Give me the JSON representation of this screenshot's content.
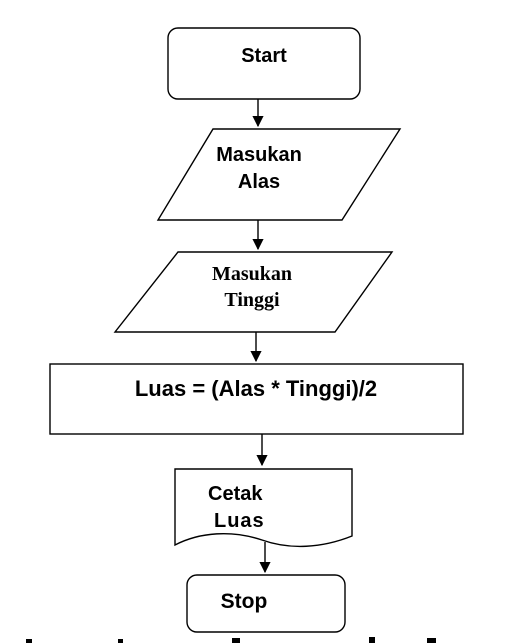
{
  "diagram": {
    "nodes": {
      "start": {
        "lines": [
          "Start"
        ]
      },
      "input_alas": {
        "lines": [
          "Masukan",
          "Alas"
        ]
      },
      "input_tinggi": {
        "lines": [
          "Masukan",
          "Tinggi"
        ]
      },
      "process_luas": {
        "lines": [
          "Luas = (Alas * Tinggi)/2"
        ]
      },
      "output_luas": {
        "lines": [
          "Cetak",
          "Luas"
        ]
      },
      "stop": {
        "lines": [
          "Stop"
        ]
      }
    },
    "edges": [
      {
        "from": "start",
        "to": "input_alas"
      },
      {
        "from": "input_alas",
        "to": "input_tinggi"
      },
      {
        "from": "input_tinggi",
        "to": "process_luas"
      },
      {
        "from": "process_luas",
        "to": "output_luas"
      },
      {
        "from": "output_luas",
        "to": "stop"
      }
    ]
  }
}
